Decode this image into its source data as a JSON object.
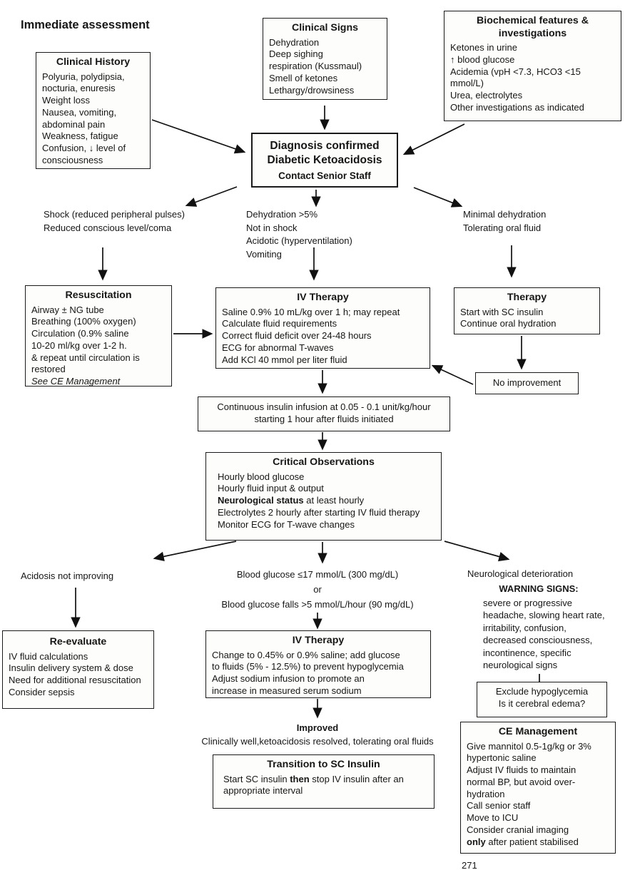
{
  "page": {
    "heading": "Immediate assessment",
    "page_number": "271"
  },
  "top": {
    "clinical_history": {
      "title": "Clinical History",
      "lines": [
        "Polyuria, polydipsia,",
        "nocturia, enuresis",
        "Weight loss",
        "Nausea, vomiting,",
        "abdominal pain",
        "Weakness, fatigue",
        "Confusion, ↓ level of",
        "consciousness"
      ]
    },
    "clinical_signs": {
      "title": "Clinical Signs",
      "lines": [
        "Dehydration",
        "Deep sighing",
        "respiration (Kussmaul)",
        "Smell of ketones",
        "Lethargy/drowsiness"
      ]
    },
    "biochemical": {
      "title": "Biochemical features & investigations",
      "lines": [
        "Ketones in urine",
        "↑ blood glucose",
        "Acidemia (vpH <7.3, HCO3 <15",
        "mmol/L)",
        "Urea, electrolytes",
        "Other investigations as indicated"
      ]
    }
  },
  "diagnosis": {
    "line1": "Diagnosis confirmed",
    "line2": "Diabetic Ketoacidosis",
    "line3": "Contact Senior Staff"
  },
  "branches": {
    "shock": {
      "lines": [
        "Shock (reduced peripheral pulses)",
        "Reduced conscious level/coma"
      ]
    },
    "dehydration": {
      "lines": [
        "Dehydration >5%",
        "Not in shock",
        "Acidotic (hyperventilation)",
        "Vomiting"
      ]
    },
    "minimal": {
      "lines": [
        "Minimal dehydration",
        "Tolerating oral fluid"
      ]
    }
  },
  "resuscitation": {
    "title": "Resuscitation",
    "lines": [
      "Airway ± NG tube",
      "Breathing (100% oxygen)",
      "Circulation (0.9% saline",
      "10-20 ml/kg over 1-2 h.",
      "& repeat until circulation is",
      "restored"
    ],
    "italic_line": "See CE Management"
  },
  "iv_therapy_1": {
    "title": "IV Therapy",
    "lines": [
      "Saline 0.9% 10 mL/kg over 1 h; may repeat",
      "Calculate fluid requirements",
      "Correct fluid deficit over 24-48 hours",
      "ECG for abnormal T-waves",
      "Add KCl 40 mmol per liter fluid"
    ]
  },
  "therapy": {
    "title": "Therapy",
    "lines": [
      "Start with SC insulin",
      "Continue oral hydration"
    ]
  },
  "no_improvement": {
    "label": "No improvement"
  },
  "insulin_infusion": {
    "lines": [
      "Continuous insulin infusion at 0.05 - 0.1 unit/kg/hour",
      "starting 1 hour after fluids initiated"
    ]
  },
  "critical_observations": {
    "title": "Critical Observations",
    "lines_before": [
      "Hourly blood glucose",
      "Hourly fluid input & output"
    ],
    "bold_segment": "Neurological status",
    "bold_rest": " at least hourly",
    "lines_after": [
      "Electrolytes 2 hourly after starting IV fluid therapy",
      "Monitor ECG for T-wave changes"
    ]
  },
  "acidosis_label": "Acidosis not improving",
  "reevaluate": {
    "title": "Re-evaluate",
    "lines": [
      "IV fluid calculations",
      "Insulin delivery system & dose",
      "Need for additional resuscitation",
      "Consider sepsis"
    ]
  },
  "glucose_condition": {
    "lines": [
      "Blood glucose ≤17 mmol/L (300 mg/dL)",
      "or",
      "Blood glucose falls >5 mmol/L/hour (90 mg/dL)"
    ]
  },
  "iv_therapy_2": {
    "title": "IV Therapy",
    "lines": [
      "Change to 0.45% or 0.9% saline; add glucose",
      "to fluids (5% - 12.5%) to prevent hypoglycemia",
      "Adjust sodium infusion to promote an",
      "increase in measured serum sodium"
    ]
  },
  "improved": {
    "title": "Improved",
    "subtitle": "Clinically well,ketoacidosis resolved, tolerating oral fluids"
  },
  "transition": {
    "title": "Transition to SC Insulin",
    "text_before": "Start SC insulin ",
    "bold": "then",
    "text_after": " stop IV insulin after an appropriate interval"
  },
  "neuro": {
    "label": "Neurological deterioration",
    "warning_title": "WARNING SIGNS:",
    "warning_lines": [
      "severe or progressive",
      "headache, slowing heart rate,",
      "irritability, confusion,",
      "decreased consciousness,",
      "incontinence, specific",
      "neurological signs"
    ]
  },
  "exclude": {
    "lines": [
      "Exclude hypoglycemia",
      "Is it cerebral edema?"
    ]
  },
  "ce_management": {
    "title": "CE Management",
    "lines": [
      "Give mannitol 0.5-1g/kg or 3%",
      "hypertonic saline",
      "Adjust IV fluids to maintain",
      "normal BP, but avoid over-",
      "hydration",
      "Call senior staff",
      "Move to ICU",
      "Consider cranial imaging"
    ],
    "bold_last": "only",
    "bold_last_rest": " after patient stabilised"
  },
  "colors": {
    "ink": "#1a1a1a",
    "box_background": "#fdfdfb"
  }
}
